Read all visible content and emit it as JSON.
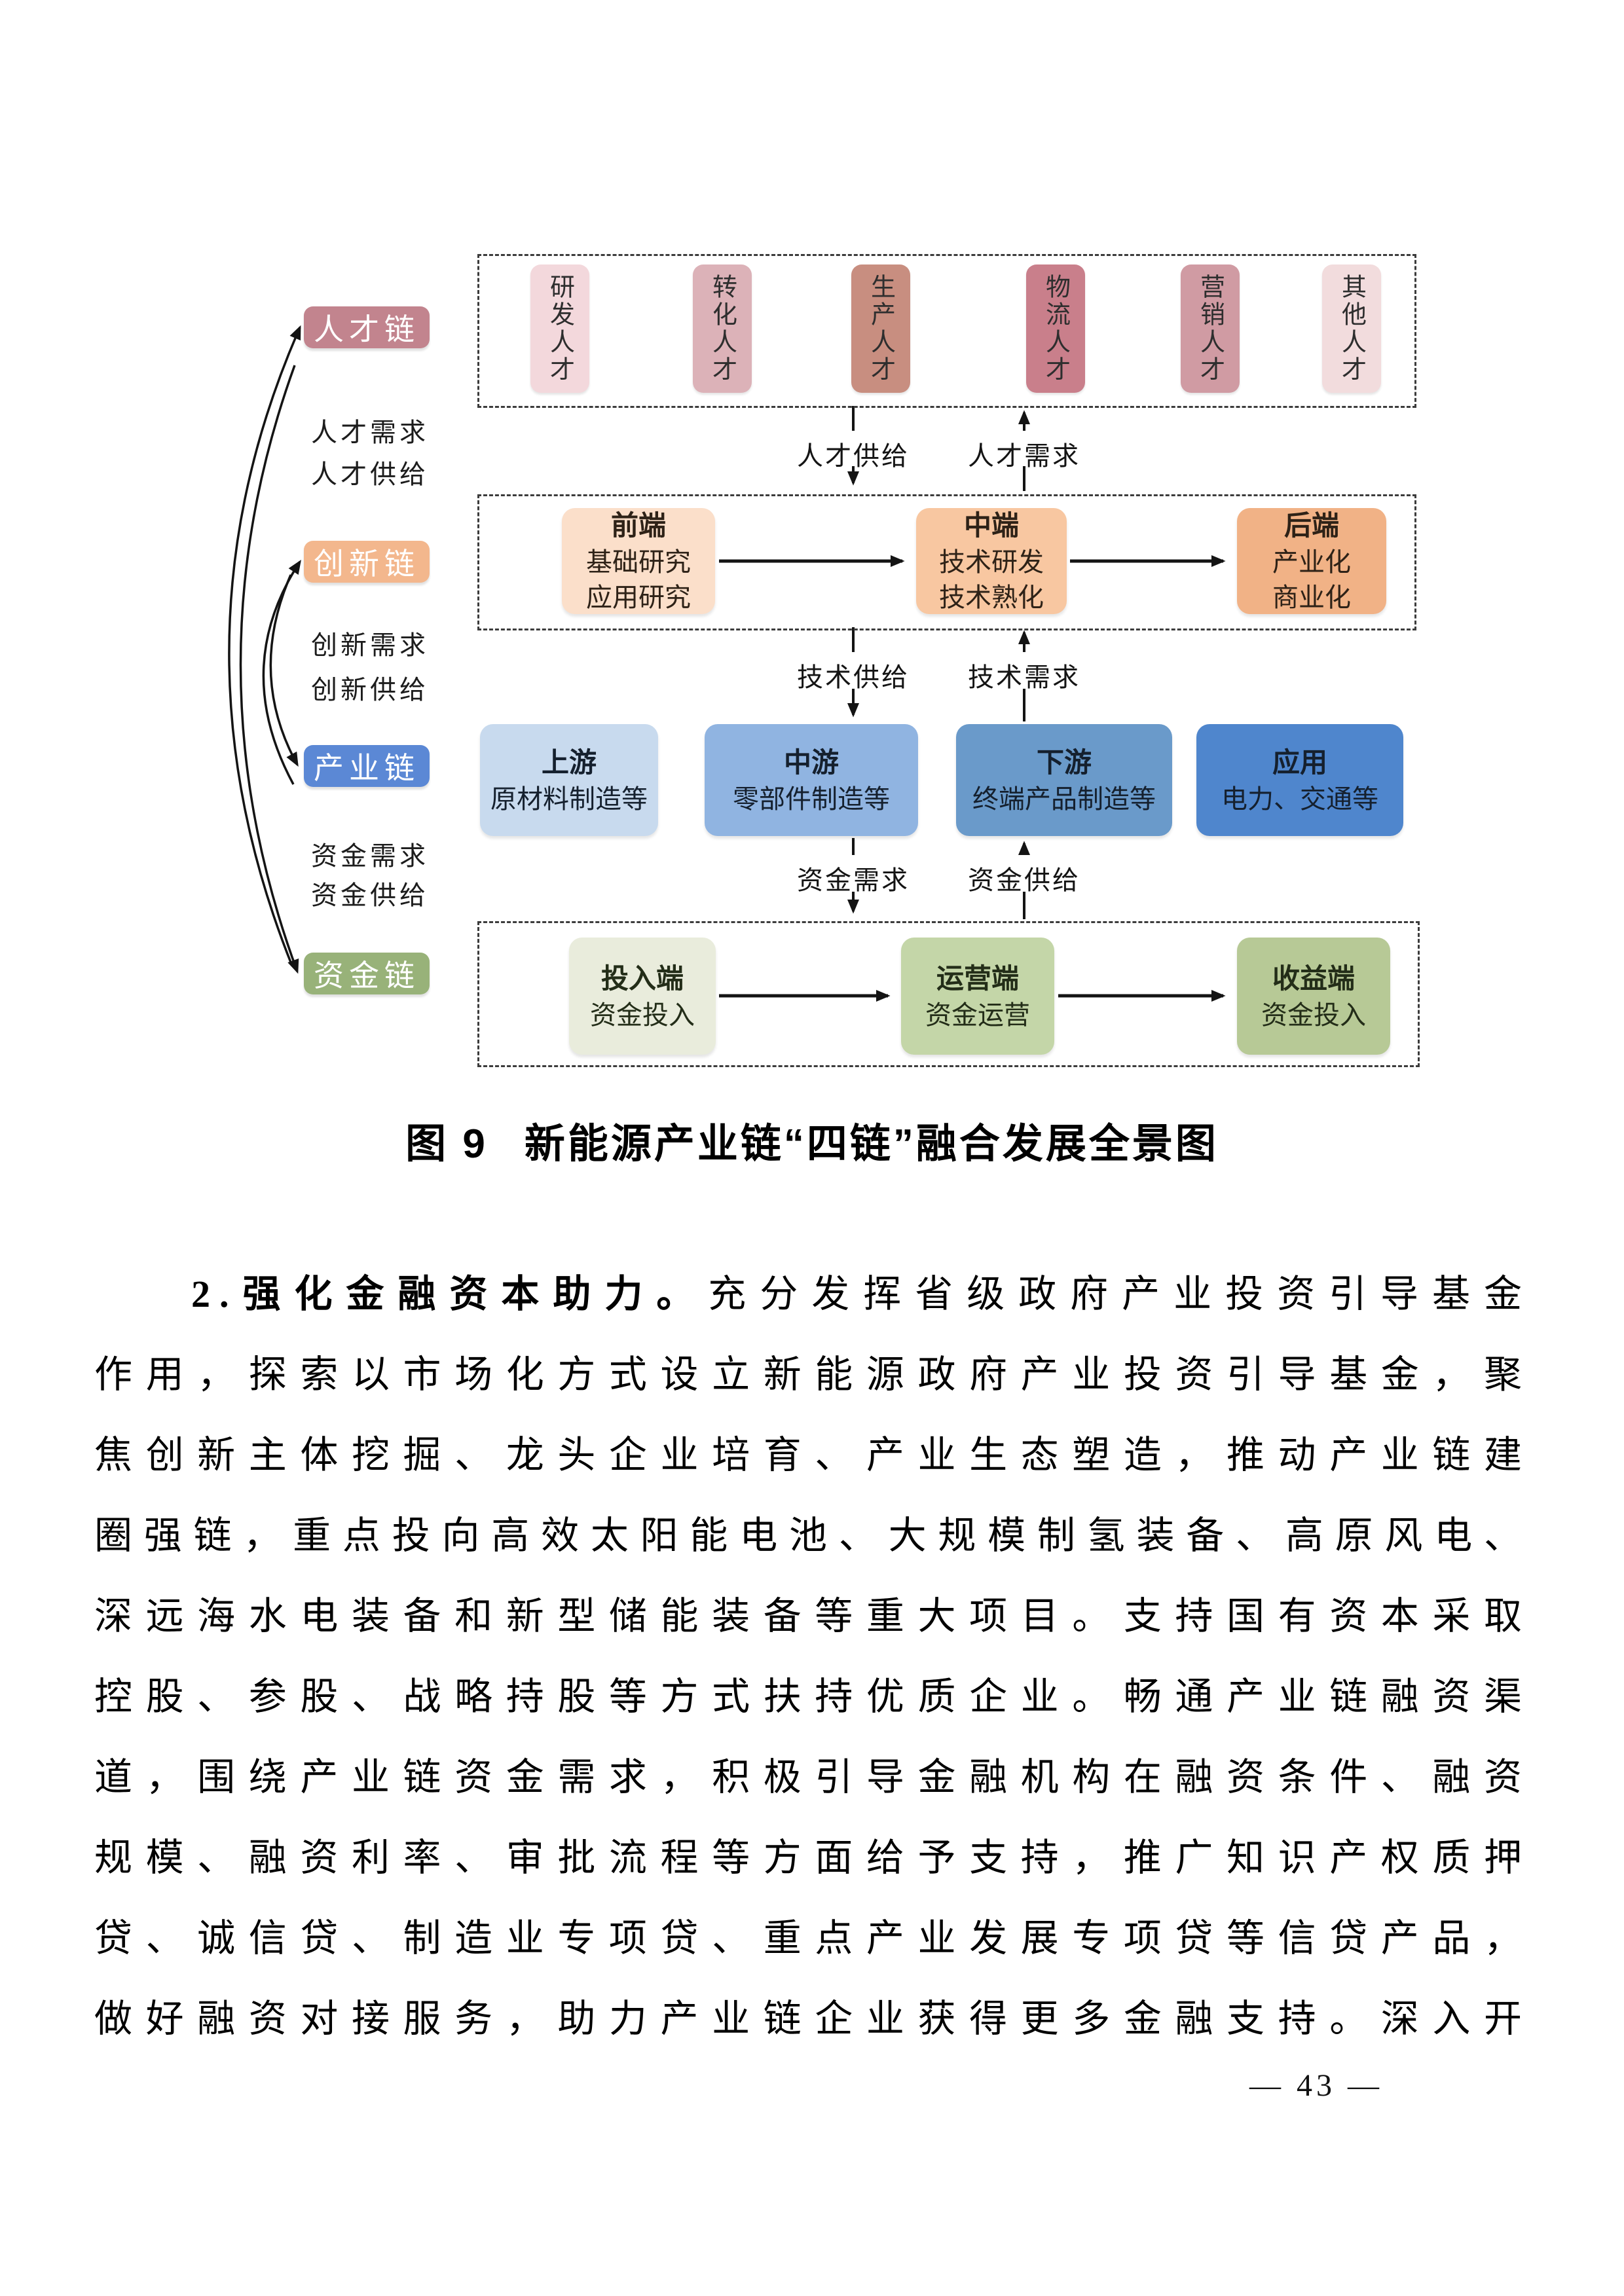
{
  "figure": {
    "caption": {
      "prefix": "图 9",
      "title": "新能源产业链“四链”融合发展全景图"
    },
    "chains": {
      "talent": {
        "label": "人才链",
        "color": "#c2848e"
      },
      "innovation": {
        "label": "创新链",
        "color": "#f3b78d"
      },
      "industry": {
        "label": "产业链",
        "color": "#5b88d5"
      },
      "capital": {
        "label": "资金链",
        "color": "#98b279"
      }
    },
    "left_labels": {
      "talent_demand": "人才需求",
      "talent_supply": "人才供给",
      "innovation_demand": "创新需求",
      "innovation_supply": "创新供给",
      "fund_demand": "资金需求",
      "fund_supply": "资金供给"
    },
    "talent_row": {
      "items": [
        {
          "label": "研发人才",
          "color": "#f3d8dc"
        },
        {
          "label": "转化人才",
          "color": "#dcb2b8"
        },
        {
          "label": "生产人才",
          "color": "#c88e80"
        },
        {
          "label": "物流人才",
          "color": "#c97f8b"
        },
        {
          "label": "营销人才",
          "color": "#d09ba3"
        },
        {
          "label": "其他人才",
          "color": "#f2dcdd"
        }
      ]
    },
    "flow_labels": {
      "talent_supply": "人才供给",
      "talent_demand": "人才需求",
      "tech_supply": "技术供给",
      "tech_demand": "技术需求",
      "fund_demand": "资金需求",
      "fund_supply": "资金供给"
    },
    "innovation_row": [
      {
        "title": "前端",
        "line1": "基础研究",
        "line2": "应用研究",
        "color": "#fbdfca"
      },
      {
        "title": "中端",
        "line1": "技术研发",
        "line2": "技术熟化",
        "color": "#f8c7a1"
      },
      {
        "title": "后端",
        "line1": "产业化",
        "line2": "商业化",
        "color": "#f1b286"
      }
    ],
    "industry_row": [
      {
        "title": "上游",
        "subtitle": "原材料制造等",
        "color": "#c8daee"
      },
      {
        "title": "中游",
        "subtitle": "零部件制造等",
        "color": "#90b4e1"
      },
      {
        "title": "下游",
        "subtitle": "终端产品制造等",
        "color": "#6a9aca"
      },
      {
        "title": "应用",
        "subtitle": "电力、交通等",
        "color": "#4f86cd"
      }
    ],
    "capital_row": [
      {
        "title": "投入端",
        "subtitle": "资金投入",
        "color": "#e9ecdc"
      },
      {
        "title": "运营端",
        "subtitle": "资金运营",
        "color": "#c4d6a8"
      },
      {
        "title": "收益端",
        "subtitle": "资金投入",
        "color": "#b7c996"
      }
    ]
  },
  "body": {
    "lead": "2.强化金融资本助力。",
    "line1_rest": "充分发挥省级政府产业投资引导基金",
    "lines": [
      "作用，探索以市场化方式设立新能源政府产业投资引导基金，聚",
      "焦创新主体挖掘、龙头企业培育、产业生态塑造，推动产业链建",
      "圈强链，重点投向高效太阳能电池、大规模制氢装备、高原风电、",
      "深远海水电装备和新型储能装备等重大项目。支持国有资本采取",
      "控股、参股、战略持股等方式扶持优质企业。畅通产业链融资渠",
      "道，围绕产业链资金需求，积极引导金融机构在融资条件、融资",
      "规模、融资利率、审批流程等方面给予支持，推广知识产权质押",
      "贷、诚信贷、制造业专项贷、重点产业发展专项贷等信贷产品，",
      "做好融资对接服务，助力产业链企业获得更多金融支持。深入开"
    ]
  },
  "page": {
    "number": "— 43 —"
  }
}
